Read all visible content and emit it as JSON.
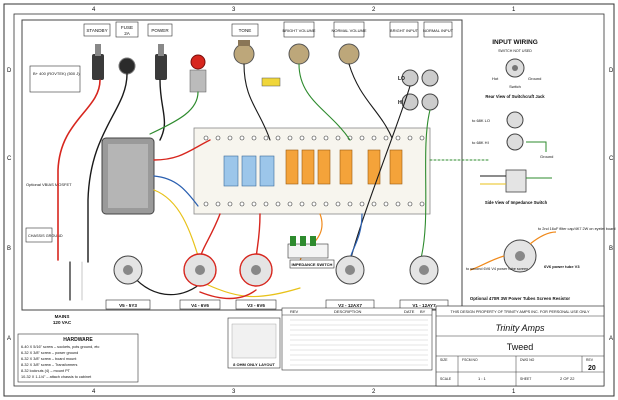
{
  "frame": {
    "col_marks_top": [
      "4",
      "3",
      "2",
      "1"
    ],
    "col_marks_bottom": [
      "4",
      "3",
      "2",
      "1"
    ],
    "row_marks": [
      "D",
      "C",
      "B",
      "A"
    ]
  },
  "controls": {
    "standby": "STANDBY",
    "fuse": "FUSE",
    "fuse_rating": "2A",
    "power": "POWER",
    "tone": "TONE",
    "bright_volume": "BRIGHT VOLUME",
    "normal_volume": "NORMAL VOLUME",
    "bright_input": "BRIGHT INPUT",
    "normal_input": "NORMAL INPUT"
  },
  "input_wiring": {
    "title": "INPUT WIRING",
    "switch_note": "SWITCH NOT USED",
    "hot": "Hot",
    "ground": "Ground",
    "switch": "Switch",
    "rear_view": "Rear View of Switchcraft Jack",
    "lo": "LO",
    "hi": "HI",
    "to_68k_lo": "to 68K LO",
    "to_68k_hi": "to 68K HI",
    "ground2": "Ground",
    "side_view": "Side View of Impedance Switch"
  },
  "board": {
    "optional_vbias": "Optional VBIAS MOSFET",
    "chassis_ground": "CHASSIS GROUND",
    "tr_label": "B+ 400 (ROVTEK) (500 J)",
    "mains": "MAINS",
    "mains_v": "120 VAC",
    "v5": "V5 - 5Y3",
    "v4": "V4 - 6V6",
    "v3": "V3 - 6V6",
    "v2": "V2 - 12AX7",
    "v1": "V1 - 12AY7",
    "impedance_switch": "IMPEDANCE SWITCH",
    "ohm_only": "8 OHM ONLY LAYOUT",
    "optional_resistor": "Optional 470R 3W Power Tubes Screen Resistor",
    "v6_label": "6V6 power tube V3",
    "to_second_6v6": "to second 6V6 V4 power tube screen",
    "to_cap": "to 2nd 16uF filter cap/4K7 2W on eyelet board"
  },
  "hardware": {
    "title": "HARDWARE",
    "lines": [
      "6-40 X 5/16\" screw – sockets, pots ground, etc",
      "6-32 X 3/8\" screw – power ground",
      "6-32 X 3/8\" screw – board mount",
      "8-32 X 3/8\" screw – Transformers",
      "8-32 locknuts (4) – mount PT",
      "10-32 X 1-1/4\" – attach chassis to cabinet"
    ]
  },
  "revision": {
    "headers": [
      "REV",
      "DESCRIPTION",
      "DATE",
      "BY"
    ]
  },
  "title_block": {
    "property": "THIS DESIGN PROPERTY OF TRINITY AMPS INC. FOR PERSONAL USE ONLY",
    "company": "Trinity Amps",
    "title": "Tweed",
    "size_label": "SIZE",
    "fscm_label": "FSCM NO",
    "dwg_label": "DWG NO",
    "rev_label": "REV",
    "rev": "20",
    "scale_label": "SCALE",
    "scale": "1 : 1",
    "sheet_label": "SHEET",
    "sheet": "2 OF 22"
  },
  "colors": {
    "wire_red": "#d7261e",
    "wire_black": "#1a1a1a",
    "wire_green": "#2e8b2e",
    "wire_yellow": "#e8c21a",
    "wire_orange": "#f08a1c",
    "wire_blue": "#2a5fb0",
    "wire_white": "#f4f4f4",
    "board": "#f7f5ee",
    "cap_orange": "#f4a33a",
    "cap_blue": "#9cc6ea",
    "chassis": "#dcdcdc"
  }
}
